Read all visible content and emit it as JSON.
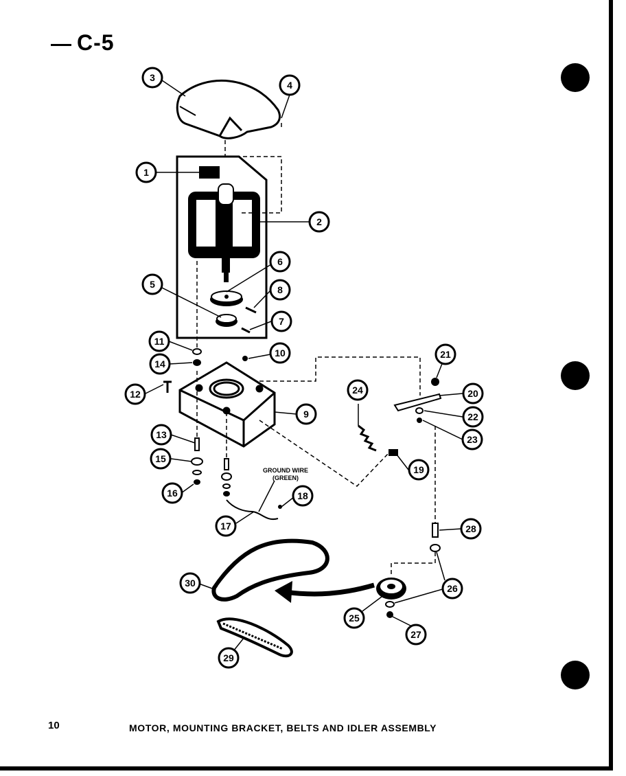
{
  "header": {
    "page_code": "C-5"
  },
  "footer": {
    "page_number": "10",
    "caption": "MOTOR, MOUNTING BRACKET, BELTS AND IDLER ASSEMBLY"
  },
  "diagram": {
    "ground_wire_label_1": "GROUND WIRE",
    "ground_wire_label_2": "(GREEN)",
    "callouts": {
      "c1": "1",
      "c2": "2",
      "c3": "3",
      "c4": "4",
      "c5": "5",
      "c6": "6",
      "c7": "7",
      "c8": "8",
      "c9": "9",
      "c10": "10",
      "c11": "11",
      "c12": "12",
      "c13": "13",
      "c14": "14",
      "c15": "15",
      "c16": "16",
      "c17": "17",
      "c18": "18",
      "c19": "19",
      "c20": "20",
      "c21": "21",
      "c22": "22",
      "c23": "23",
      "c24": "24",
      "c25": "25",
      "c26": "26",
      "c27": "27",
      "c28": "28",
      "c29": "29",
      "c30": "30"
    }
  }
}
